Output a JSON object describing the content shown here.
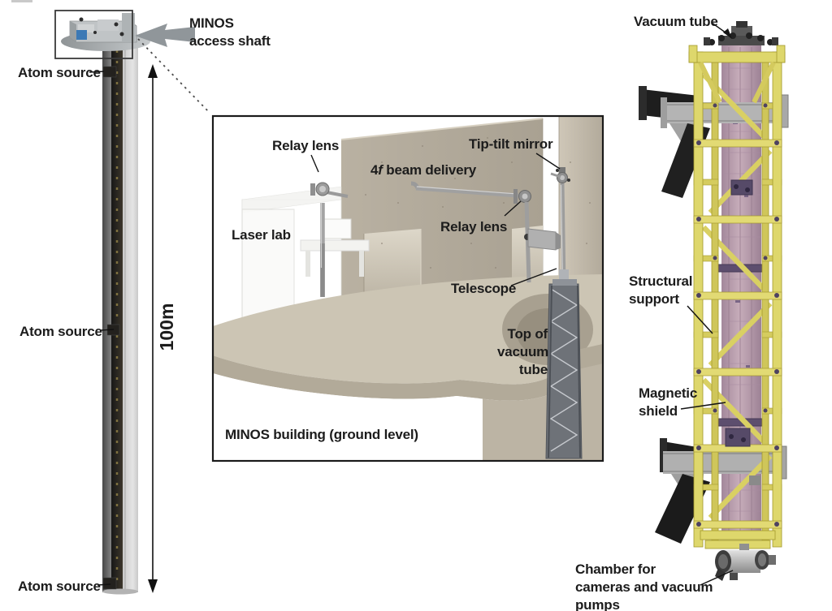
{
  "figure": {
    "left": {
      "access_shaft": "MINOS access shaft",
      "atom_source": "Atom source",
      "height": "100m"
    },
    "inset": {
      "relay_lens": "Relay lens",
      "beam_delivery_4": "4",
      "beam_delivery_f": "f",
      "beam_delivery_rest": " beam delivery",
      "tip_tilt": "Tip-tilt mirror",
      "laser_lab": "Laser lab",
      "telescope": "Telescope",
      "top_of_vacuum_tube": "Top of vacuum tube",
      "building": "MINOS building (ground level)"
    },
    "right": {
      "vacuum_tube": "Vacuum tube",
      "structural_support": "Structural support",
      "magnetic_shield": "Magnetic shield",
      "chamber": "Chamber for cameras and vacuum pumps"
    },
    "colors": {
      "truss_yellow": "#ded76c",
      "shield_pink": "#bba0b0",
      "concrete": "#b3ab9b",
      "steel_gray": "#b4b4b4",
      "support_black": "#1f1f1f",
      "label_text": "#1c1c1c"
    }
  }
}
